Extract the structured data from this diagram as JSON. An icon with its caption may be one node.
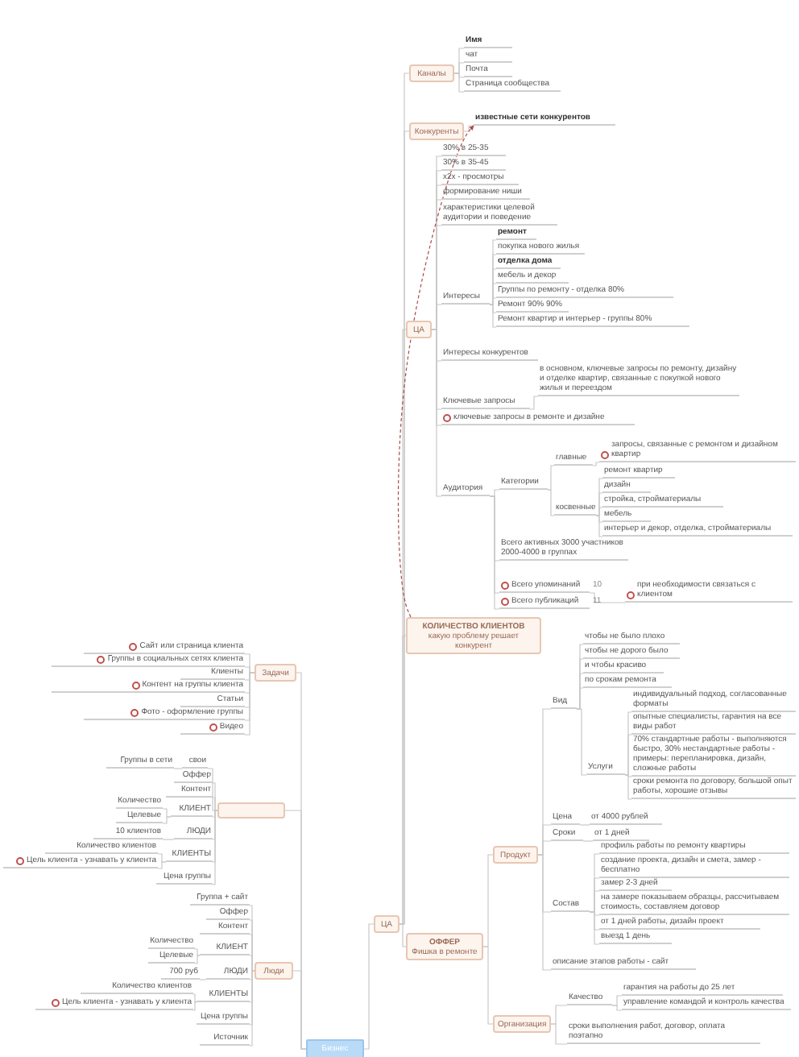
{
  "diagram": {
    "nodes": [
      {
        "text": [
          "Бизнес"
        ]
      },
      {
        "text": [
          "Задачи"
        ]
      },
      {
        "text": [
          "Сайт или страница клиента"
        ]
      },
      {
        "text": [
          "Группы в социальных сетях клиента"
        ]
      },
      {
        "text": [
          "Клиенты"
        ]
      },
      {
        "text": [
          "Контент на группы клиента"
        ]
      },
      {
        "text": [
          "Статьи"
        ]
      },
      {
        "text": [
          "Фото - оформление группы"
        ]
      },
      {
        "text": [
          "Видео"
        ]
      },
      {
        "text": [],
        "shape": "box"
      },
      {
        "text": [
          "Группы в сети"
        ]
      },
      {
        "text": [
          "свои"
        ]
      },
      {
        "text": [
          "Оффер"
        ]
      },
      {
        "text": [
          "Контент"
        ]
      },
      {
        "text": [
          "КЛИЕНТ"
        ]
      },
      {
        "text": [
          "Количество"
        ]
      },
      {
        "text": [
          "Целевые"
        ]
      },
      {
        "text": [
          "ЛЮДИ"
        ]
      },
      {
        "text": [
          "10 клиентов"
        ]
      },
      {
        "text": [
          "КЛИЕНТЫ"
        ]
      },
      {
        "text": [
          "Количество клиентов"
        ]
      },
      {
        "text": [
          "Цель клиента - узнавать у клиента"
        ]
      },
      {
        "text": [
          "Цена группы"
        ]
      },
      {
        "text": [
          "Люди"
        ]
      },
      {
        "text": [
          "Группа + сайт"
        ]
      },
      {
        "text": [
          "Оффер"
        ]
      },
      {
        "text": [
          "Контент"
        ]
      },
      {
        "text": [
          "КЛИЕНТ"
        ]
      },
      {
        "text": [
          "Количество"
        ]
      },
      {
        "text": [
          "Целевые"
        ]
      },
      {
        "text": [
          "ЛЮДИ"
        ]
      },
      {
        "text": [
          "700 руб"
        ]
      },
      {
        "text": [
          "КЛИЕНТЫ"
        ]
      },
      {
        "text": [
          "Количество клиентов"
        ]
      },
      {
        "text": [
          "Цель клиента - узнавать у клиента"
        ]
      },
      {
        "text": [
          "Цена группы"
        ]
      },
      {
        "text": [
          "Источник"
        ]
      },
      {
        "text": [
          "ЦА"
        ]
      },
      {
        "text": [
          "Каналы"
        ]
      },
      {
        "text": [
          "Имя"
        ]
      },
      {
        "text": [
          "чат"
        ]
      },
      {
        "text": [
          "Почта"
        ]
      },
      {
        "text": [
          "Страница сообщества"
        ]
      },
      {
        "text": [
          "Конкуренты"
        ]
      },
      {
        "text": [
          "известные сети конкурентов"
        ]
      },
      {
        "text": [
          "ЦА"
        ]
      },
      {
        "text": [
          "30% в 25-35"
        ]
      },
      {
        "text": [
          "30% в 35-45"
        ]
      },
      {
        "text": [
          "х2х - просмотры"
        ]
      },
      {
        "text": [
          "формирование ниши"
        ]
      },
      {
        "text": [
          "характеристики целевой аудитории и поведение"
        ]
      },
      {
        "text": [
          "Интересы"
        ]
      },
      {
        "text": [
          "ремонт"
        ]
      },
      {
        "text": [
          "покупка нового жилья"
        ]
      },
      {
        "text": [
          "отделка дома"
        ]
      },
      {
        "text": [
          "мебель и декор"
        ]
      },
      {
        "text": [
          "Группы по ремонту - отделка 80%"
        ]
      },
      {
        "text": [
          "Ремонт 90% 90%"
        ]
      },
      {
        "text": [
          "Ремонт квартир и интерьер - группы 80%"
        ]
      },
      {
        "text": [
          "Интересы конкурентов"
        ]
      },
      {
        "text": [
          "Ключевые запросы"
        ]
      },
      {
        "text": [
          "в основном, ключевые запросы по ремонту, дизайну и отделке квартир, связанные с покупкой нового жилья и переездом"
        ]
      },
      {
        "text": [
          "ключевые запросы в ремонте и дизайне"
        ]
      },
      {
        "text": [
          "Аудитория"
        ]
      },
      {
        "text": [
          "Категории"
        ]
      },
      {
        "text": [
          "главные"
        ]
      },
      {
        "text": [
          "запросы, связанные с ремонтом и дизайном квартир"
        ]
      },
      {
        "text": [
          "косвенные"
        ]
      },
      {
        "text": [
          "ремонт квартир"
        ]
      },
      {
        "text": [
          "дизайн"
        ]
      },
      {
        "text": [
          "стройка, стройматериалы"
        ]
      },
      {
        "text": [
          "мебель"
        ]
      },
      {
        "text": [
          "интерьер и декор, отделка, стройматериалы"
        ]
      },
      {
        "text": [
          "Всего активных 3000 участников 2000-4000 в группах"
        ]
      },
      {
        "text": [
          "Всего упоминаний"
        ],
        "beside": [
          "10"
        ]
      },
      {
        "text": [
          "при необходимости связаться с клиентом"
        ]
      },
      {
        "text": [
          "Всего публикаций"
        ],
        "beside": [
          "11"
        ]
      },
      {
        "text": [
          "КОЛИЧЕСТВО КЛИЕНТОВ",
          "какую проблему решает конкурент"
        ]
      },
      {
        "text": [
          "ОФФЕР",
          "Фишка в ремонте"
        ]
      },
      {
        "text": [
          "Продукт"
        ]
      },
      {
        "text": [
          "Вид"
        ]
      },
      {
        "text": [
          "чтобы не было плохо"
        ]
      },
      {
        "text": [
          "чтобы не дорого было"
        ]
      },
      {
        "text": [
          "и чтобы красиво"
        ]
      },
      {
        "text": [
          "по срокам ремонта"
        ]
      },
      {
        "text": [
          "Услуги"
        ]
      },
      {
        "text": [
          "индивидуальный подход, согласованные форматы"
        ]
      },
      {
        "text": [
          "опытные специалисты, гарантия на все виды работ"
        ]
      },
      {
        "text": [
          "70% стандартные работы - выполняются быстро, 30% нестандартные работы - примеры: перепланировка, дизайн, сложные работы"
        ]
      },
      {
        "text": [
          "сроки ремонта по договору, большой опыт работы, хорошие отзывы"
        ]
      },
      {
        "text": [
          "Цена"
        ]
      },
      {
        "text": [
          "от 4000 рублей"
        ]
      },
      {
        "text": [
          "Сроки"
        ]
      },
      {
        "text": [
          "от 1 дней"
        ]
      },
      {
        "text": [
          "Состав"
        ]
      },
      {
        "text": [
          "профиль работы по ремонту квартиры"
        ]
      },
      {
        "text": [
          "создание проекта, дизайн и смета, замер - бесплатно"
        ]
      },
      {
        "text": [
          "замер 2-3 дней"
        ]
      },
      {
        "text": [
          "на замере показываем образцы, рассчитываем стоимость, составляем договор"
        ]
      },
      {
        "text": [
          "от 1 дней работы, дизайн проект"
        ]
      },
      {
        "text": [
          "выезд 1 день"
        ]
      },
      {
        "text": [
          "описание этапов работы - сайт"
        ]
      },
      {
        "text": [
          "Организация"
        ]
      },
      {
        "text": [
          "Качество"
        ]
      },
      {
        "text": [
          "гарантия на работы до 25 лет"
        ]
      },
      {
        "text": [
          "управление командой и контроль качества"
        ]
      },
      {
        "text": [
          "сроки выполнения работ, договор, оплата поэтапно"
        ]
      }
    ],
    "edges": [
      {
        "from": 0,
        "to": 1,
        "arrow": "none"
      },
      {
        "from": 0,
        "to": 9,
        "arrow": "none"
      },
      {
        "from": 0,
        "to": 23,
        "arrow": "none"
      },
      {
        "from": 0,
        "to": 37,
        "arrow": "none"
      },
      {
        "from": 1,
        "to": 2,
        "arrow": "none"
      },
      {
        "from": 1,
        "to": 3,
        "arrow": "none"
      },
      {
        "from": 1,
        "to": 4,
        "arrow": "none"
      },
      {
        "from": 1,
        "to": 5,
        "arrow": "none"
      },
      {
        "from": 1,
        "to": 6,
        "arrow": "none"
      },
      {
        "from": 1,
        "to": 7,
        "arrow": "none"
      },
      {
        "from": 1,
        "to": 8,
        "arrow": "none"
      },
      {
        "from": 9,
        "to": 11,
        "arrow": "none"
      },
      {
        "from": 9,
        "to": 12,
        "arrow": "none"
      },
      {
        "from": 9,
        "to": 13,
        "arrow": "none"
      },
      {
        "from": 9,
        "to": 14,
        "arrow": "none"
      },
      {
        "from": 9,
        "to": 17,
        "arrow": "none"
      },
      {
        "from": 9,
        "to": 19,
        "arrow": "none"
      },
      {
        "from": 9,
        "to": 22,
        "arrow": "none"
      },
      {
        "from": 11,
        "to": 10,
        "arrow": "none"
      },
      {
        "from": 14,
        "to": 15,
        "arrow": "none"
      },
      {
        "from": 14,
        "to": 16,
        "arrow": "none"
      },
      {
        "from": 17,
        "to": 18,
        "arrow": "none"
      },
      {
        "from": 19,
        "to": 20,
        "arrow": "none"
      },
      {
        "from": 19,
        "to": 21,
        "arrow": "none"
      },
      {
        "from": 23,
        "to": 24,
        "arrow": "none"
      },
      {
        "from": 23,
        "to": 25,
        "arrow": "none"
      },
      {
        "from": 23,
        "to": 26,
        "arrow": "none"
      },
      {
        "from": 23,
        "to": 27,
        "arrow": "none"
      },
      {
        "from": 23,
        "to": 30,
        "arrow": "none"
      },
      {
        "from": 23,
        "to": 32,
        "arrow": "none"
      },
      {
        "from": 23,
        "to": 35,
        "arrow": "none"
      },
      {
        "from": 23,
        "to": 36,
        "arrow": "none"
      },
      {
        "from": 27,
        "to": 28,
        "arrow": "none"
      },
      {
        "from": 27,
        "to": 29,
        "arrow": "none"
      },
      {
        "from": 30,
        "to": 31,
        "arrow": "none"
      },
      {
        "from": 32,
        "to": 33,
        "arrow": "none"
      },
      {
        "from": 32,
        "to": 34,
        "arrow": "none"
      },
      {
        "from": 37,
        "to": 38,
        "arrow": "none"
      },
      {
        "from": 37,
        "to": 43,
        "arrow": "none"
      },
      {
        "from": 37,
        "to": 45,
        "arrow": "none"
      },
      {
        "from": 37,
        "to": 77,
        "arrow": "none"
      },
      {
        "from": 37,
        "to": 78,
        "arrow": "none"
      },
      {
        "from": 38,
        "to": 39,
        "arrow": "none"
      },
      {
        "from": 38,
        "to": 40,
        "arrow": "none"
      },
      {
        "from": 38,
        "to": 41,
        "arrow": "none"
      },
      {
        "from": 38,
        "to": 42,
        "arrow": "none"
      },
      {
        "from": 43,
        "to": 44,
        "arrow": "none"
      },
      {
        "from": 45,
        "to": 46,
        "arrow": "none"
      },
      {
        "from": 45,
        "to": 47,
        "arrow": "none"
      },
      {
        "from": 45,
        "to": 48,
        "arrow": "none"
      },
      {
        "from": 45,
        "to": 49,
        "arrow": "none"
      },
      {
        "from": 45,
        "to": 50,
        "arrow": "none"
      },
      {
        "from": 45,
        "to": 51,
        "arrow": "none"
      },
      {
        "from": 45,
        "to": 59,
        "arrow": "none"
      },
      {
        "from": 45,
        "to": 60,
        "arrow": "none"
      },
      {
        "from": 45,
        "to": 62,
        "arrow": "none"
      },
      {
        "from": 45,
        "to": 63,
        "arrow": "none"
      },
      {
        "from": 51,
        "to": 52,
        "arrow": "none"
      },
      {
        "from": 51,
        "to": 53,
        "arrow": "none"
      },
      {
        "from": 51,
        "to": 54,
        "arrow": "none"
      },
      {
        "from": 51,
        "to": 55,
        "arrow": "none"
      },
      {
        "from": 51,
        "to": 56,
        "arrow": "none"
      },
      {
        "from": 51,
        "to": 57,
        "arrow": "none"
      },
      {
        "from": 51,
        "to": 58,
        "arrow": "none"
      },
      {
        "from": 60,
        "to": 61,
        "arrow": "none"
      },
      {
        "from": 63,
        "to": 64,
        "arrow": "none"
      },
      {
        "from": 63,
        "to": 73,
        "arrow": "none"
      },
      {
        "from": 63,
        "to": 74,
        "arrow": "none"
      },
      {
        "from": 63,
        "to": 76,
        "arrow": "none"
      },
      {
        "from": 64,
        "to": 65,
        "arrow": "none"
      },
      {
        "from": 64,
        "to": 67,
        "arrow": "none"
      },
      {
        "from": 65,
        "to": 66,
        "arrow": "none"
      },
      {
        "from": 67,
        "to": 68,
        "arrow": "none"
      },
      {
        "from": 67,
        "to": 69,
        "arrow": "none"
      },
      {
        "from": 67,
        "to": 70,
        "arrow": "none"
      },
      {
        "from": 67,
        "to": 71,
        "arrow": "none"
      },
      {
        "from": 67,
        "to": 72,
        "arrow": "none"
      },
      {
        "from": 74,
        "to": 75,
        "arrow": "none"
      },
      {
        "from": 78,
        "to": 79,
        "arrow": "none"
      },
      {
        "from": 78,
        "to": 102,
        "arrow": "none"
      },
      {
        "from": 79,
        "to": 80,
        "arrow": "none"
      },
      {
        "from": 79,
        "to": 90,
        "arrow": "none"
      },
      {
        "from": 79,
        "to": 92,
        "arrow": "none"
      },
      {
        "from": 79,
        "to": 94,
        "arrow": "none"
      },
      {
        "from": 79,
        "to": 101,
        "arrow": "none"
      },
      {
        "from": 80,
        "to": 81,
        "arrow": "none"
      },
      {
        "from": 80,
        "to": 82,
        "arrow": "none"
      },
      {
        "from": 80,
        "to": 83,
        "arrow": "none"
      },
      {
        "from": 80,
        "to": 84,
        "arrow": "none"
      },
      {
        "from": 80,
        "to": 85,
        "arrow": "none"
      },
      {
        "from": 85,
        "to": 86,
        "arrow": "none"
      },
      {
        "from": 85,
        "to": 87,
        "arrow": "none"
      },
      {
        "from": 85,
        "to": 88,
        "arrow": "none"
      },
      {
        "from": 85,
        "to": 89,
        "arrow": "none"
      },
      {
        "from": 90,
        "to": 91,
        "arrow": "none"
      },
      {
        "from": 92,
        "to": 93,
        "arrow": "none"
      },
      {
        "from": 94,
        "to": 95,
        "arrow": "none"
      },
      {
        "from": 94,
        "to": 96,
        "arrow": "none"
      },
      {
        "from": 94,
        "to": 97,
        "arrow": "none"
      },
      {
        "from": 94,
        "to": 98,
        "arrow": "none"
      },
      {
        "from": 94,
        "to": 99,
        "arrow": "none"
      },
      {
        "from": 94,
        "to": 100,
        "arrow": "none"
      },
      {
        "from": 102,
        "to": 103,
        "arrow": "none"
      },
      {
        "from": 102,
        "to": 106,
        "arrow": "none"
      },
      {
        "from": 103,
        "to": 104,
        "arrow": "none"
      },
      {
        "from": 103,
        "to": 105,
        "arrow": "none"
      },
      {
        "from": 77,
        "to": 44,
        "arrow": "to",
        "style": "dashed",
        "color": "#b04a4a"
      }
    ]
  }
}
